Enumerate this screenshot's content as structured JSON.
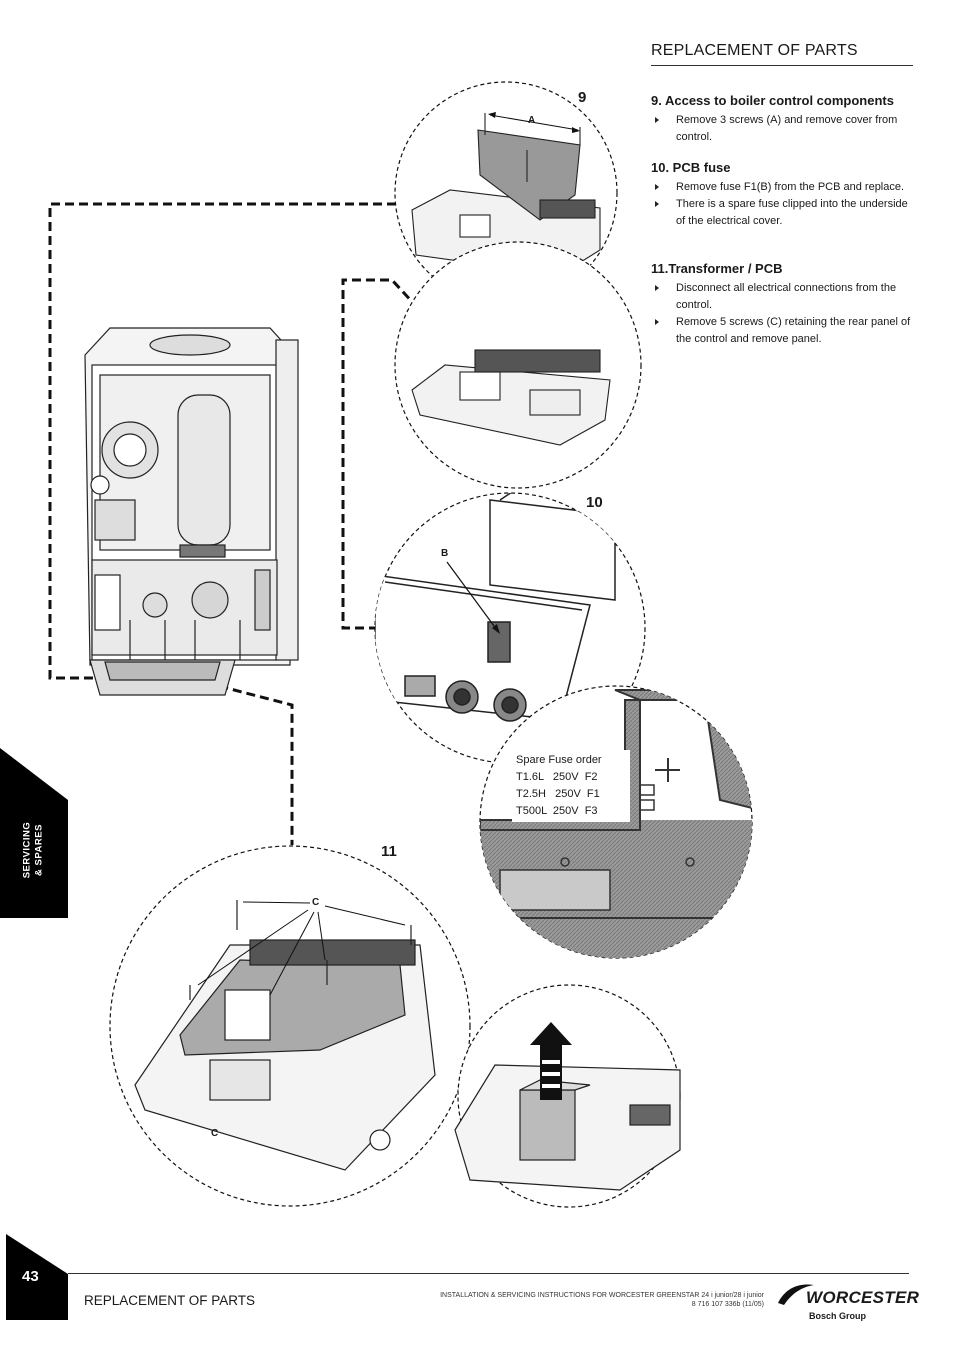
{
  "header": {
    "title": "REPLACEMENT OF PARTS"
  },
  "sections": [
    {
      "heading": "9. Access to boiler control components",
      "items": [
        "Remove 3 screws (A) and remove cover from control."
      ]
    },
    {
      "heading": "10. PCB fuse",
      "items": [
        "Remove fuse F1(B) from the PCB and replace.",
        "There is a spare fuse clipped into the underside of the electrical cover."
      ]
    },
    {
      "heading": "11.Transformer / PCB",
      "items": [
        "Disconnect all electrical connections from the control.",
        "Remove 5 screws (C) retaining the rear panel of the control and remove panel."
      ]
    }
  ],
  "figures": {
    "fig9_number": "9",
    "fig10_number": "10",
    "fig11_number": "11",
    "label_a": "A",
    "label_b": "B",
    "label_c_top": "C",
    "label_c_bottom": "C"
  },
  "fuse_order": {
    "title": "Spare Fuse order",
    "rows": [
      "T1.6L   250V  F2",
      "T2.5H   250V  F1",
      "T500L  250V  F3"
    ]
  },
  "side_tab": {
    "line1": "SERVICING",
    "line2": "& SPARES"
  },
  "footer": {
    "page_number": "43",
    "section": "REPLACEMENT OF PARTS",
    "doc_line1": "INSTALLATION & SERVICING INSTRUCTIONS FOR WORCESTER GREENSTAR 24 i junior/28 i junior",
    "doc_line2": "8 716 107 336b (11/05)",
    "brand": "WORCESTER",
    "brand_sub": "Bosch Group"
  }
}
